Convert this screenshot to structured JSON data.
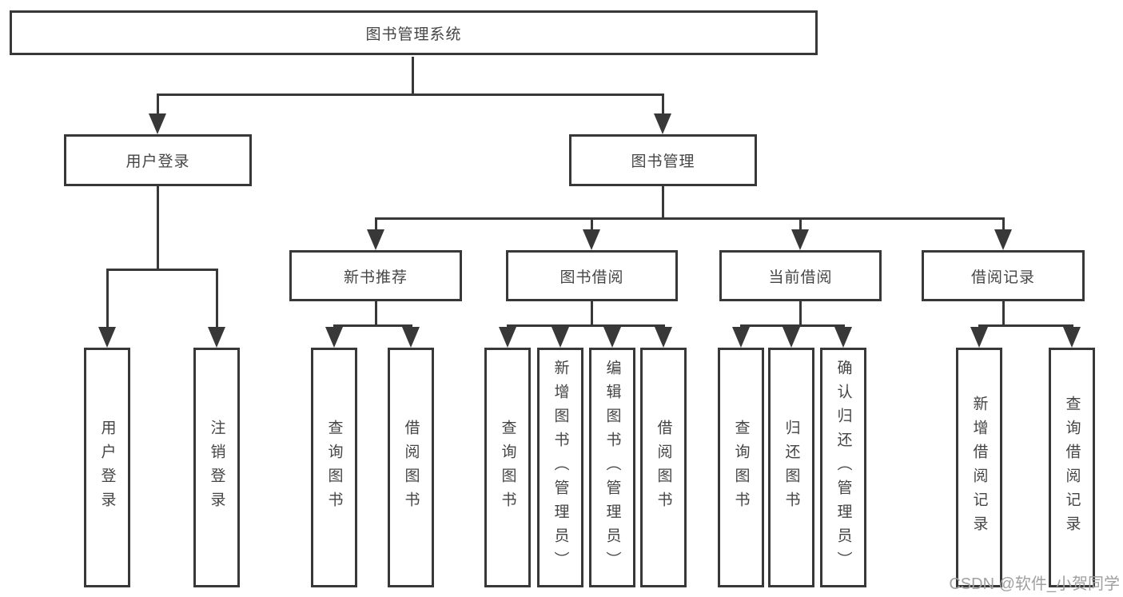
{
  "diagram": {
    "colors": {
      "line": "#383838",
      "text": "#454545",
      "background": "#ffffff",
      "watermark": "#a0a0a0"
    },
    "nodes": {
      "root": "图书管理系统",
      "user_login": "用户登录",
      "book_mgmt": "图书管理",
      "new_book_rec": "新书推荐",
      "book_borrow": "图书借阅",
      "current_borrow": "当前借阅",
      "borrow_records": "借阅记录",
      "leaf_user_login": "用户登录",
      "leaf_logout": "注销登录",
      "leaf_query_books_rec": "查询图书",
      "leaf_borrow_books_rec": "借阅图书",
      "leaf_query_books_bor": "查询图书",
      "leaf_add_book_admin": "新增图书（管理员）",
      "leaf_edit_book_admin": "编辑图书（管理员）",
      "leaf_borrow_books_bor": "借阅图书",
      "leaf_query_books_cur": "查询图书",
      "leaf_return_books": "归还图书",
      "leaf_confirm_return_admin": "确认归还（管理员）",
      "leaf_add_borrow_record": "新增借阅记录",
      "leaf_query_borrow_record": "查询借阅记录"
    },
    "watermark": "CSDN @软件_小贺同学"
  }
}
